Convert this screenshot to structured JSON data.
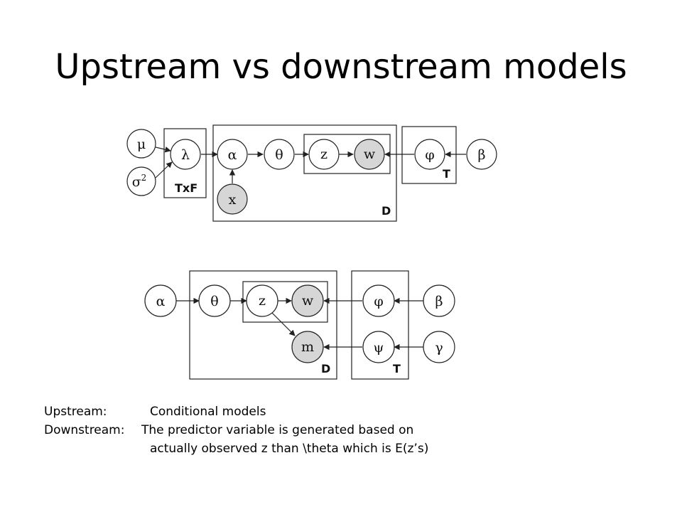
{
  "slide": {
    "title": "Upstream vs downstream models"
  },
  "colors": {
    "observed_fill": "#d6d6d6",
    "latent_fill": "#ffffff",
    "stroke": "#222222"
  },
  "upstream_diagram": {
    "nodes": {
      "mu": "μ",
      "sigma2_base": "σ",
      "sigma2_sup": "2",
      "lambda": "λ",
      "alpha": "α",
      "theta": "θ",
      "z": "z",
      "w": "w",
      "phi": "φ",
      "beta": "β",
      "x": "x"
    },
    "plates": {
      "txf": "TxF",
      "d": "D",
      "t": "T"
    }
  },
  "downstream_diagram": {
    "nodes": {
      "alpha": "α",
      "theta": "θ",
      "z": "z",
      "w": "w",
      "phi": "φ",
      "beta": "β",
      "m": "m",
      "psi": "ψ",
      "gamma": "γ"
    },
    "plates": {
      "d": "D",
      "t": "T"
    }
  },
  "caption": {
    "upstream_term": "Upstream:",
    "upstream_text": "Conditional models",
    "downstream_term": "Downstream:",
    "downstream_text": "The predictor variable is generated based on",
    "downstream_text_cont": "actually observed z than \\theta which is E(z’s)"
  }
}
